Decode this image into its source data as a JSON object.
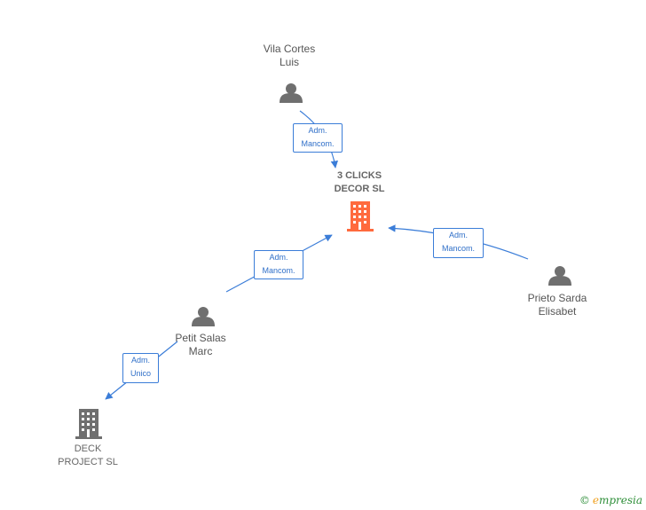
{
  "colors": {
    "edge": "#3b7dd8",
    "person_icon": "#6f6f6f",
    "company_center": "#ff6a3d",
    "company_other": "#6f6f6f"
  },
  "nodes": {
    "vila": {
      "label": "Vila Cortes\nLuis",
      "type": "person",
      "icon": "person-icon"
    },
    "clicks": {
      "label": "3 CLICKS\nDECOR  SL",
      "type": "company",
      "icon": "building-icon"
    },
    "prieto": {
      "label": "Prieto Sarda\nElisabet",
      "type": "person",
      "icon": "person-icon"
    },
    "petit": {
      "label": "Petit Salas\nMarc",
      "type": "person",
      "icon": "person-icon"
    },
    "deck": {
      "label": "DECK\nPROJECT  SL",
      "type": "company",
      "icon": "building-icon"
    }
  },
  "edges": {
    "vila_clicks": {
      "label": "Adm.\nMancom."
    },
    "prieto_clicks": {
      "label": "Adm.\nMancom."
    },
    "petit_clicks": {
      "label": "Adm.\nMancom."
    },
    "petit_deck": {
      "label": "Adm.\nUnico"
    }
  },
  "footer": {
    "copyright": "©",
    "brand_first": "e",
    "brand_rest": "mpresia"
  }
}
